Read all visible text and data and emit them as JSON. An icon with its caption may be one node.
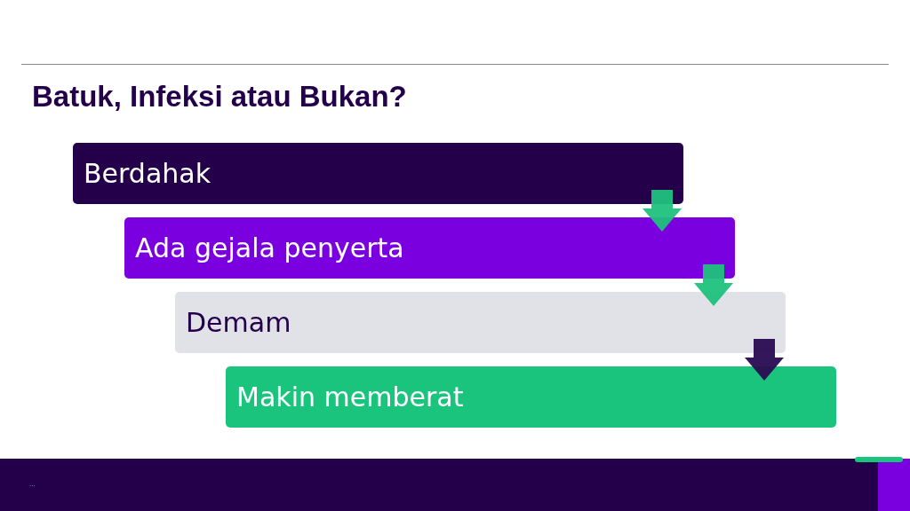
{
  "diagram": {
    "title": "Batuk, Infeksi atau Bukan?",
    "nodes": [
      {
        "text": [
          "Berdahak"
        ]
      },
      {
        "text": [
          "Ada gejala penyerta"
        ]
      },
      {
        "text": [
          "Demam"
        ]
      },
      {
        "text": [
          "Makin memberat"
        ]
      }
    ],
    "edges": [
      {
        "from": 0,
        "to": 1,
        "arrow": "to"
      },
      {
        "from": 1,
        "to": 2,
        "arrow": "to"
      },
      {
        "from": 2,
        "to": 3,
        "arrow": "to",
        "color": "#2a0b52"
      }
    ],
    "labels": [
      "..."
    ]
  }
}
